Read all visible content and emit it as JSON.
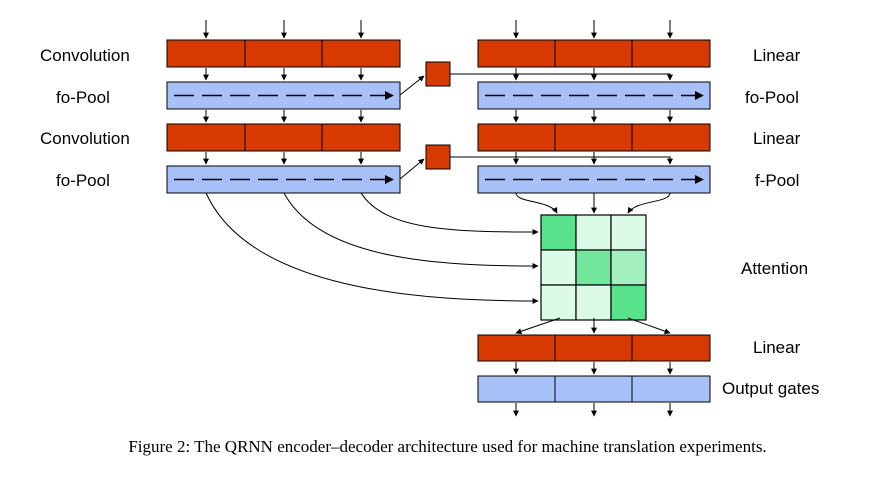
{
  "encoder": {
    "labels": [
      "Convolution",
      "fo-Pool",
      "Convolution",
      "fo-Pool"
    ]
  },
  "decoder": {
    "labels": [
      "Linear",
      "fo-Pool",
      "Linear",
      "f-Pool"
    ]
  },
  "attention": {
    "label": "Attention",
    "weights": [
      [
        0.9,
        0.1,
        0.1
      ],
      [
        0.1,
        0.75,
        0.45
      ],
      [
        0.1,
        0.1,
        0.9
      ]
    ]
  },
  "output": {
    "labels": [
      "Linear",
      "Output gates"
    ]
  },
  "caption": "Figure 2: The QRNN encoder–decoder architecture used for machine translation experiments.",
  "colors": {
    "conv": "#d63a00",
    "pool": "#a8c0f8",
    "attention_strong": "#4ade80",
    "attention_light": "#ecfdf3"
  }
}
